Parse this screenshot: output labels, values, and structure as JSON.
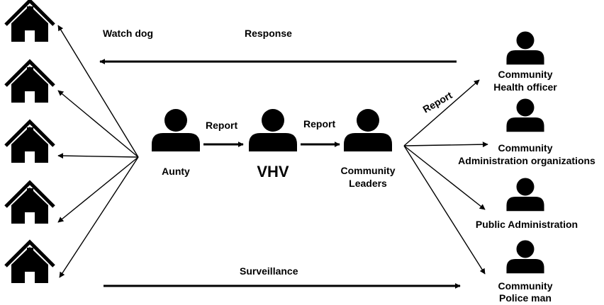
{
  "edge_labels": {
    "watch_dog": "Watch dog",
    "response": "Response",
    "report_1": "Report",
    "report_2": "Report",
    "report_3": "Report",
    "surveillance": "Surveillance"
  },
  "actors": {
    "aunty": "Aunty",
    "vhv": "VHV",
    "community_leaders": [
      "Community",
      "Leaders"
    ]
  },
  "agencies": {
    "health_officer": [
      "Community",
      "Health officer"
    ],
    "admin_orgs": [
      "Community",
      "Administration organizations"
    ],
    "public_admin": "Public Administration",
    "police": [
      "Community",
      "Police man"
    ]
  },
  "icons": {
    "house": "house-icon",
    "person": "person-icon"
  }
}
